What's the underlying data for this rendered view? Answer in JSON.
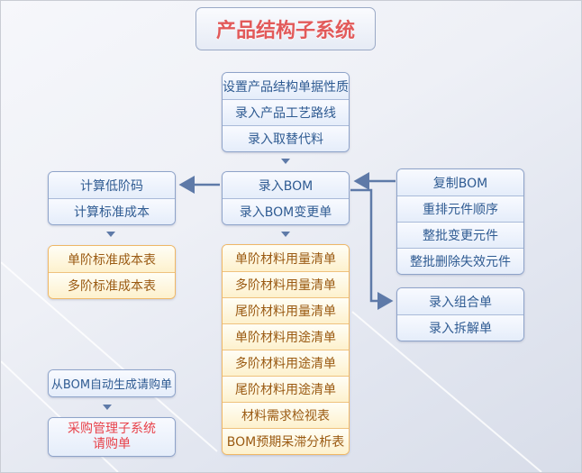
{
  "title": "产品结构子系统",
  "top_group": [
    "设置产品结构单据性质",
    "录入产品工艺路线",
    "录入取替代料"
  ],
  "bom_group": [
    "录入BOM",
    "录入BOM变更单"
  ],
  "calc_group": [
    "计算低阶码",
    "计算标准成本"
  ],
  "cost_reports": [
    "单阶标准成本表",
    "多阶标准成本表"
  ],
  "bom_tools": [
    "复制BOM",
    "重排元件顺序",
    "整批变更元件",
    "整批删除失效元件"
  ],
  "assembly_group": [
    "录入组合单",
    "录入拆解单"
  ],
  "bom_reports": [
    "单阶材料用量清单",
    "多阶材料用量清单",
    "尾阶材料用量清单",
    "单阶材料用途清单",
    "多阶材料用途清单",
    "尾阶材料用途清单",
    "材料需求检视表",
    "BOM预期呆滞分析表"
  ],
  "auto_requisition": "从BOM自动生成请购单",
  "purchase_line1": "采购管理子系统",
  "purchase_line2": "请购单"
}
